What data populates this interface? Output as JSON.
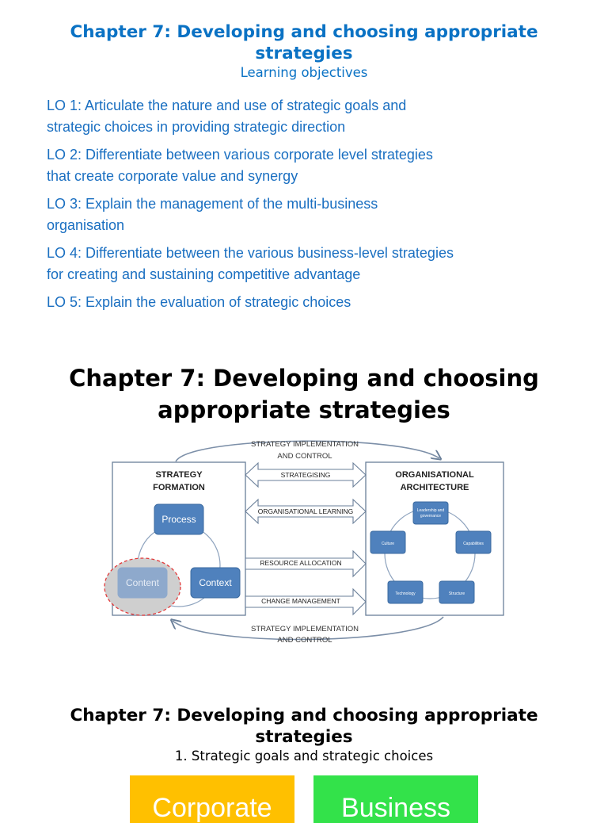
{
  "slide1": {
    "title": "Chapter 7: Developing and choosing appropriate strategies",
    "subtitle": "Learning objectives",
    "objectives": [
      {
        "line1": "LO 1:  Articulate the nature and use of strategic goals and",
        "line2": "strategic choices in providing strategic direction"
      },
      {
        "line1": "LO 2:  Differentiate between various corporate level strategies",
        "line2": "that create corporate value and synergy"
      },
      {
        "line1": "LO 3:  Explain the management of the multi-business",
        "line2": "organisation"
      },
      {
        "line1": "LO 4:  Differentiate between the various business-level strategies",
        "line2": "for creating and sustaining competitive advantage"
      },
      {
        "line1": "LO 5:  Explain the evaluation of strategic choices",
        "line2": ""
      }
    ]
  },
  "slide2": {
    "title": "Chapter 7: Developing and choosing appropriate strategies",
    "diagram": {
      "top_label_1": "STRATEGY IMPLEMENTATION",
      "top_label_2": "AND CONTROL",
      "bottom_label_1": "STRATEGY IMPLEMENTATION",
      "bottom_label_2": "AND CONTROL",
      "left_title_1": "STRATEGY",
      "left_title_2": "FORMATION",
      "right_title_1": "ORGANISATIONAL",
      "right_title_2": "ARCHITECTURE",
      "process": "Process",
      "content": "Content",
      "context": "Context",
      "arrow_strategising": "STRATEGISING",
      "arrow_learning": "ORGANISATIONAL LEARNING",
      "arrow_resource": "RESOURCE ALLOCATION",
      "arrow_change": "CHANGE MANAGEMENT",
      "node_leadership_1": "Leadership and",
      "node_leadership_2": "governance",
      "node_culture": "Culture",
      "node_capabilities": "Capabilities",
      "node_technology": "Technology",
      "node_structure": "Structure"
    }
  },
  "slide3": {
    "title": "Chapter 7: Developing and choosing appropriate strategies",
    "subtitle": "1. Strategic goals and strategic choices",
    "tile_corporate": "Corporate",
    "tile_business": "Business",
    "colors": {
      "corporate": "#ffc000",
      "business": "#33e24a"
    }
  }
}
